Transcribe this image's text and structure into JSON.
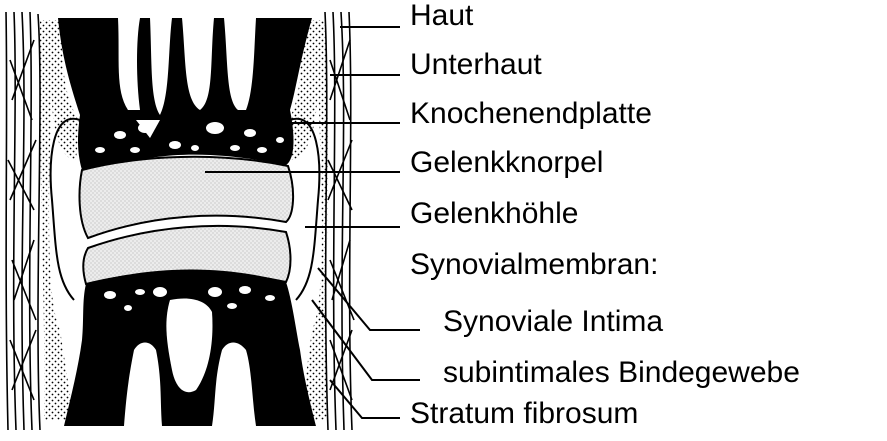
{
  "labels": {
    "haut": "Haut",
    "unterhaut": "Unterhaut",
    "knochenendplatte": "Knochenendplatte",
    "gelenkknorpel": "Gelenkknorpel",
    "gelenkhoehle": "Gelenkhöhle",
    "synovialmembran": "Synovialmembran:",
    "synoviale_intima": "Synoviale Intima",
    "subintimales_bindegewebe": "subintimales Bindegewebe",
    "stratum_fibrosum": "Stratum fibrosum"
  },
  "colors": {
    "bone": "#000000",
    "cartilage": "#e6e6e6",
    "background": "#ffffff",
    "line": "#000000"
  }
}
